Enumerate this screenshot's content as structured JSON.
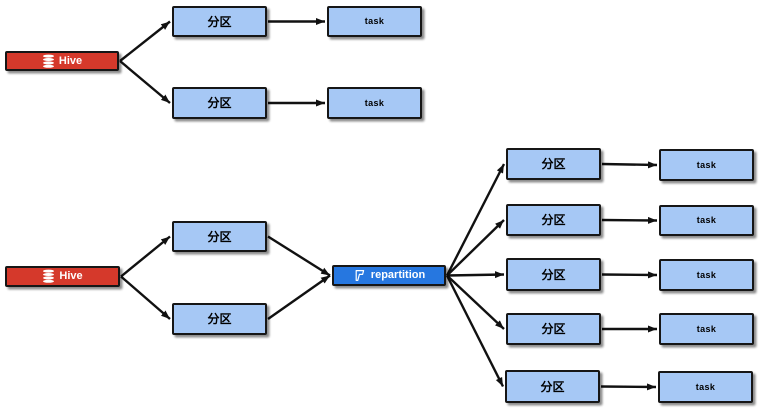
{
  "colors": {
    "hive_red": "#d5392b",
    "partition_blue": "#a6c8f5",
    "repartition_blue": "#2677e0",
    "edge_black": "#111111"
  },
  "flow1": {
    "source": {
      "label": "Hive",
      "icon": "database-icon"
    },
    "partitions": [
      {
        "label": "分区"
      },
      {
        "label": "分区"
      }
    ],
    "tasks": [
      {
        "label": "task"
      },
      {
        "label": "task"
      }
    ]
  },
  "flow2": {
    "source": {
      "label": "Hive",
      "icon": "database-icon"
    },
    "partitions": [
      {
        "label": "分区"
      },
      {
        "label": "分区"
      }
    ],
    "repartition": {
      "label": "repartition",
      "icon": "flag-icon"
    },
    "out_partitions": [
      {
        "label": "分区"
      },
      {
        "label": "分区"
      },
      {
        "label": "分区"
      },
      {
        "label": "分区"
      },
      {
        "label": "分区"
      }
    ],
    "tasks": [
      {
        "label": "task"
      },
      {
        "label": "task"
      },
      {
        "label": "task"
      },
      {
        "label": "task"
      },
      {
        "label": "task"
      }
    ]
  },
  "edges": [
    {
      "from": "hive1",
      "to": "p1a"
    },
    {
      "from": "hive1",
      "to": "p1b"
    },
    {
      "from": "p1a",
      "to": "t1a"
    },
    {
      "from": "p1b",
      "to": "t1b"
    },
    {
      "from": "hive2",
      "to": "p2a"
    },
    {
      "from": "hive2",
      "to": "p2b"
    },
    {
      "from": "p2a",
      "to": "rep"
    },
    {
      "from": "p2b",
      "to": "rep"
    },
    {
      "from": "rep",
      "to": "rp1"
    },
    {
      "from": "rep",
      "to": "rp2"
    },
    {
      "from": "rep",
      "to": "rp3"
    },
    {
      "from": "rep",
      "to": "rp4"
    },
    {
      "from": "rep",
      "to": "rp5"
    },
    {
      "from": "rp1",
      "to": "rt1"
    },
    {
      "from": "rp2",
      "to": "rt2"
    },
    {
      "from": "rp3",
      "to": "rt3"
    },
    {
      "from": "rp4",
      "to": "rt4"
    },
    {
      "from": "rp5",
      "to": "rt5"
    }
  ]
}
